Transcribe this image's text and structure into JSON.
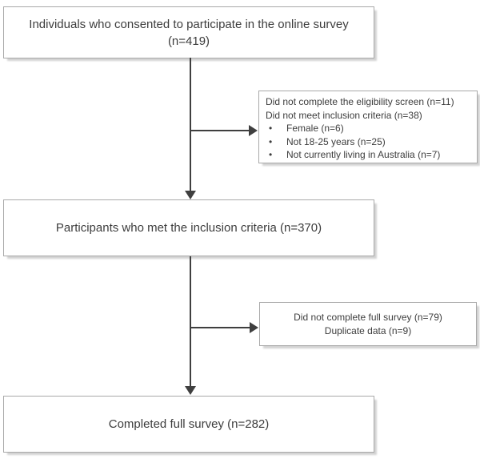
{
  "diagram": {
    "type": "participant-flow-chart",
    "bullet_glyph": "•",
    "colors": {
      "box_border": "#a9a9a9",
      "box_background": "#ffffff",
      "text": "#3d3d3d",
      "arrow": "#3f3f3f"
    },
    "boxes": {
      "consented": {
        "line1": "Individuals who consented to participate in the online survey",
        "line2": "(n=419)"
      },
      "exclusion1": {
        "line1": "Did not complete the eligibility screen (n=11)",
        "line2": "Did not meet inclusion criteria (n=38)",
        "bullets": [
          "Female (n=6)",
          "Not 18-25 years (n=25)",
          "Not currently living in Australia (n=7)"
        ]
      },
      "met_criteria": {
        "label": "Participants who met the inclusion criteria (n=370)"
      },
      "exclusion2": {
        "line1": "Did not complete full survey (n=79)",
        "line2": "Duplicate data (n=9)"
      },
      "completed": {
        "label": "Completed full survey (n=282)"
      }
    }
  }
}
